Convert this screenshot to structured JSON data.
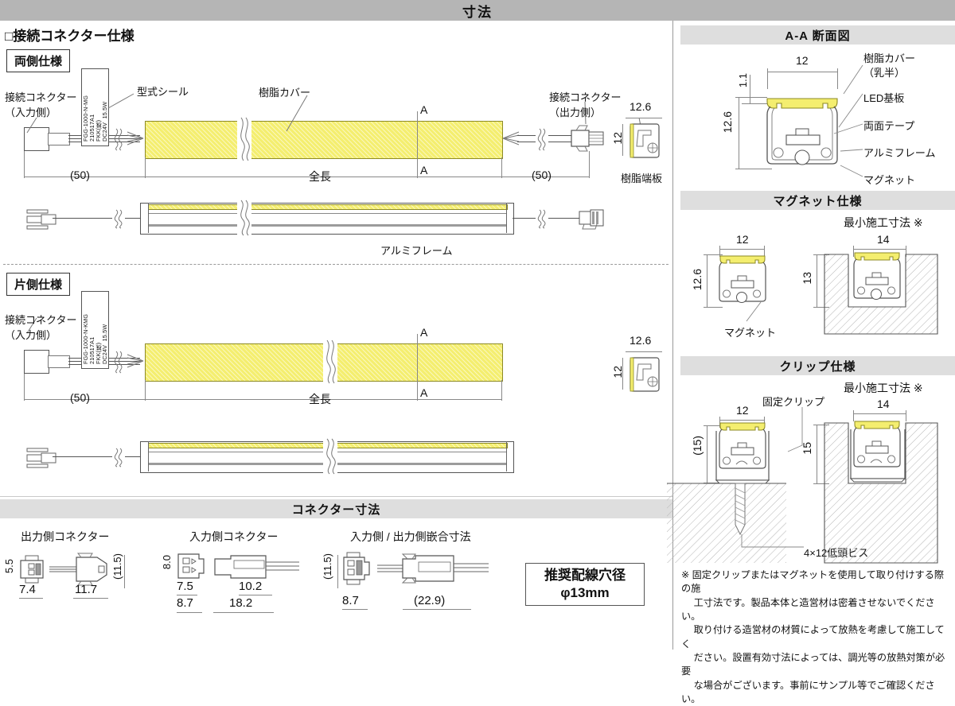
{
  "page": {
    "title": "寸法"
  },
  "left": {
    "section_heading": "□接続コネクター仕様",
    "variant_both": "両側仕様",
    "variant_single": "片側仕様",
    "labels": {
      "conn_in": "接続コネクター\n（入力側）",
      "conn_out": "接続コネクター\n（出力側）",
      "model_seal": "型式シール",
      "resin_cover": "樹脂カバー",
      "alum_frame": "アルミフレーム",
      "resin_endplate": "樹脂端板",
      "section_mark": "A"
    },
    "sticker_both": "FGG-1000-N-MG\n210517A1\nFKK(株)\nDC24V  15.5W",
    "sticker_single": "FGG-1000-N-KMG\n210517A1\nFKK(株)\nDC24V  15.5W",
    "dims": {
      "lead_in": "(50)",
      "lead_out": "(50)",
      "total_length": "全長",
      "endplate_w": "12.6",
      "endplate_h": "12"
    }
  },
  "connector_section": {
    "bar_title": "コネクター寸法",
    "groups": [
      {
        "title": "出力側コネクター",
        "dims": [
          "5.5",
          "7.4",
          "11.7",
          "(11.5)"
        ]
      },
      {
        "title": "入力側コネクター",
        "dims": [
          "8.0",
          "7.5",
          "8.7",
          "10.2",
          "18.2"
        ]
      },
      {
        "title": "入力側 / 出力側嵌合寸法",
        "dims": [
          "(11.5)",
          "8.7",
          "(22.9)"
        ]
      }
    ],
    "recommend_box": {
      "line1": "推奨配線穴径",
      "line2": "φ13mm"
    }
  },
  "right": {
    "panels": [
      {
        "bar_title": "A-A 断面図",
        "callouts": [
          "樹脂カバー\n（乳半）",
          "LED基板",
          "両面テープ",
          "アルミフレーム",
          "マグネット"
        ],
        "dims": [
          "12",
          "1.1",
          "12.6"
        ]
      },
      {
        "bar_title": "マグネット仕様",
        "sub_title": "最小施工寸法 ※",
        "callouts": [
          "マグネット"
        ],
        "dims": [
          "12",
          "12.6",
          "14",
          "13"
        ]
      },
      {
        "bar_title": "クリップ仕様",
        "sub_title": "最小施工寸法 ※",
        "callouts": [
          "固定クリップ",
          "4×12低頭ビス"
        ],
        "dims": [
          "12",
          "(15)",
          "14",
          "15"
        ]
      }
    ],
    "footnote": "※ 固定クリップまたはマグネットを使用して取り付けする際の施\n　 工寸法です。製品本体と造営材は密着させないでください。\n　 取り付ける造営材の材質によって放熱を考慮して施工してく\n　 ださい。設置有効寸法によっては、調光等の放熱対策が必要\n　 な場合がございます。事前にサンプル等でご確認ください。"
  },
  "colors": {
    "title_bar": "#b5b5b5",
    "section_bar": "#dedede",
    "cover_yellow": "#f4ee6f",
    "line": "#555555"
  }
}
